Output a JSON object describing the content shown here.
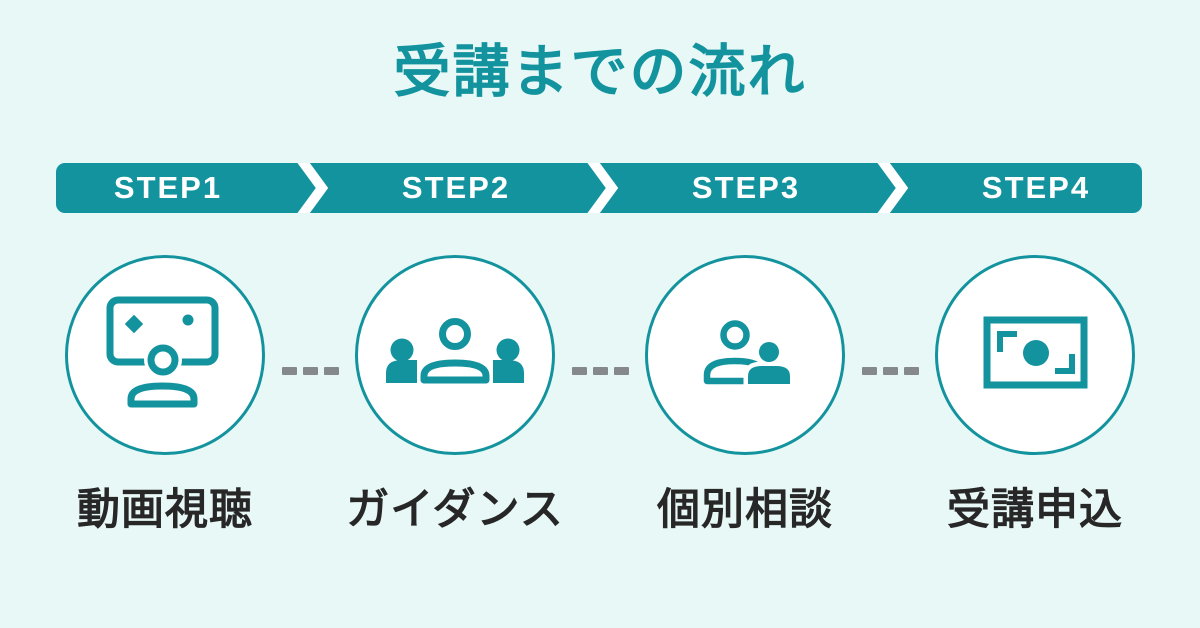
{
  "title": {
    "text": "受講までの流れ"
  },
  "steps": [
    {
      "step": "STEP1",
      "caption": "動画視聴",
      "icon": "video-viewing-icon"
    },
    {
      "step": "STEP2",
      "caption": "ガイダンス",
      "icon": "guidance-group-icon"
    },
    {
      "step": "STEP3",
      "caption": "個別相談",
      "icon": "individual-consultation-icon"
    },
    {
      "step": "STEP4",
      "caption": "受講申込",
      "icon": "payment-application-icon"
    }
  ],
  "colors": {
    "bg": "#e8f8f7",
    "teal": "#13939e",
    "dash": "#85898b",
    "text": "#272727",
    "circle-fill": "#ffffff"
  }
}
